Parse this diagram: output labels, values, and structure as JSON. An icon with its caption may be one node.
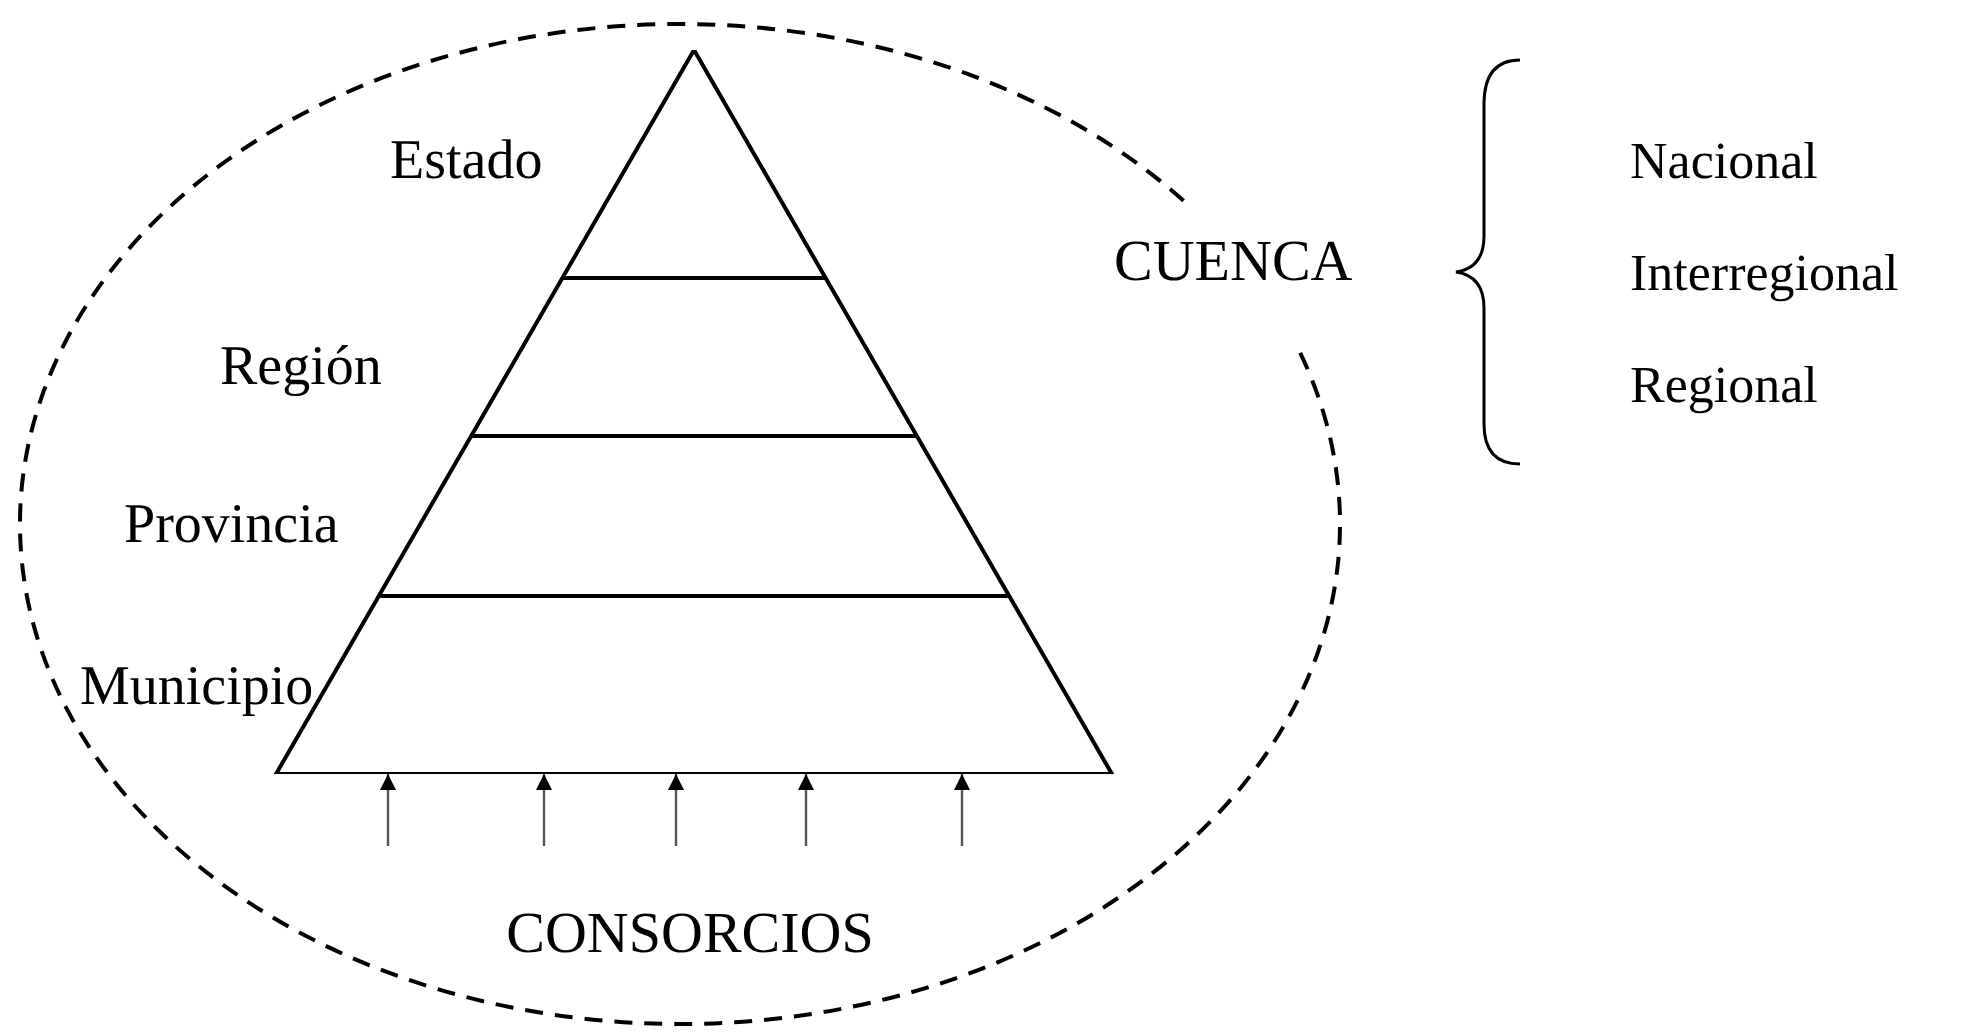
{
  "diagram": {
    "nodes": [
      {
        "text": [
          "CUENCA"
        ]
      },
      {
        "text": [
          "Estado"
        ],
        "in": 0
      },
      {
        "text": [
          "Región"
        ],
        "in": 0
      },
      {
        "text": [
          "Provincia"
        ],
        "in": 0
      },
      {
        "text": [
          "Municipio"
        ],
        "in": 0
      },
      {
        "text": [
          "CONSORCIOS"
        ],
        "in": 0
      }
    ],
    "edges": [
      {
        "from": null,
        "to": 4,
        "arrow": "to"
      },
      {
        "from": null,
        "to": 4,
        "arrow": "to"
      },
      {
        "from": null,
        "to": 4,
        "arrow": "to"
      },
      {
        "from": null,
        "to": 4,
        "arrow": "to"
      },
      {
        "from": null,
        "to": 4,
        "arrow": "to"
      }
    ],
    "labels": [
      "Nacional",
      "Interregional",
      "Regional"
    ]
  }
}
